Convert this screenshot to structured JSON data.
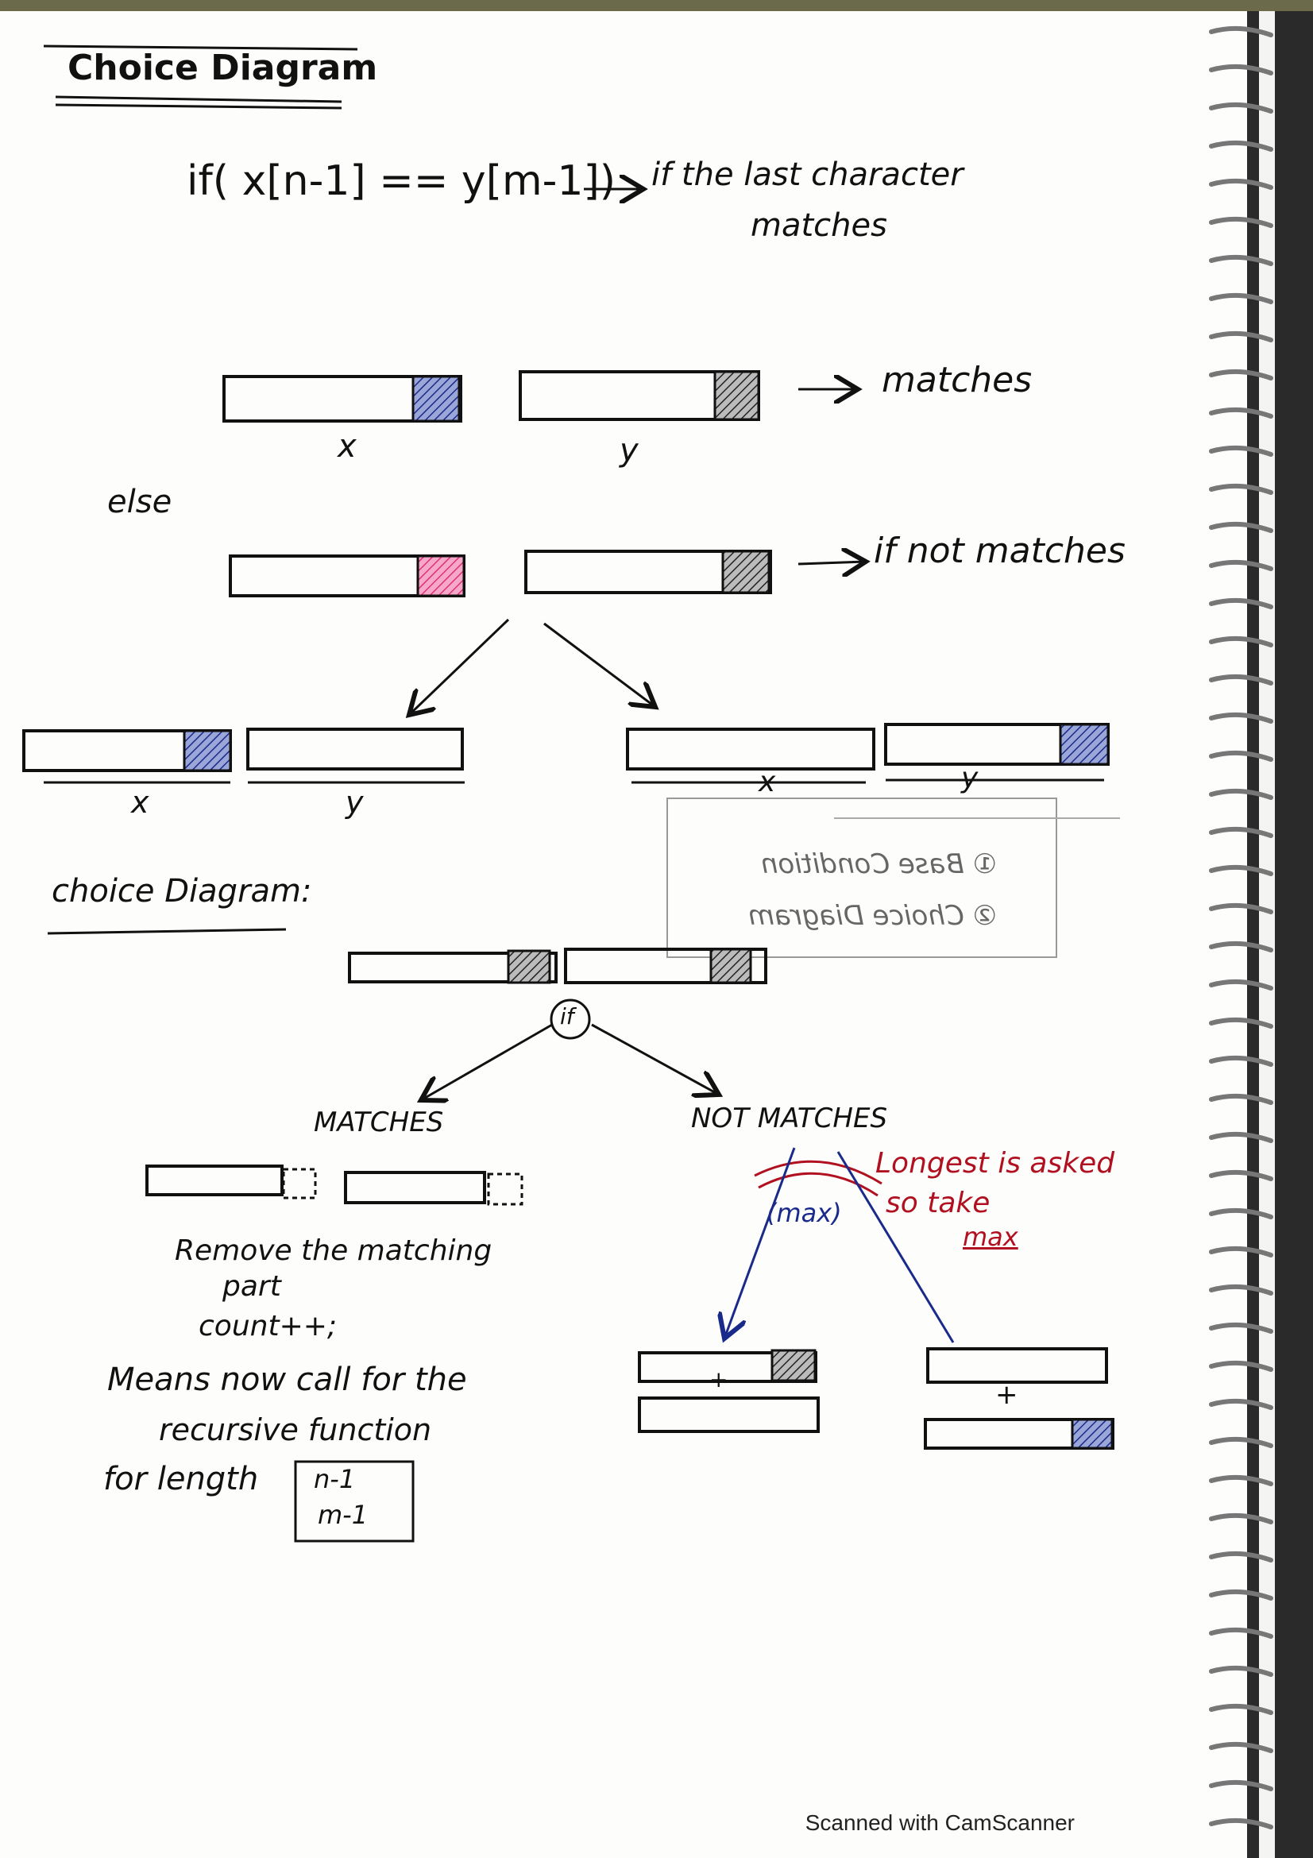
{
  "heading": "Choice Diagram",
  "condition": {
    "code": "if( x[n-1] == y[m-1])",
    "note_line1": "if the last character",
    "note_line2": "matches"
  },
  "matches_row": {
    "label_x": "x",
    "label_y": "y",
    "note": "matches"
  },
  "else_label": "else",
  "not_matches_row": {
    "note": "if not matches"
  },
  "branch_left": {
    "label_x": "x",
    "label_y": "y"
  },
  "branch_right": {
    "label_x": "x",
    "label_y": "y"
  },
  "mirror_box": {
    "item1": "① Base Condition",
    "item2": "② Choice Diagram"
  },
  "choice_diagram_label": "choice Diagram:",
  "if_node": "if",
  "matches_branch": {
    "title": "MATCHES",
    "line1": "Remove the matching",
    "line2": "part",
    "line3": "count++;",
    "line4": "Means now call for the",
    "line5": "recursive function",
    "line6": "for length",
    "box_n": "n-1",
    "box_m": "m-1"
  },
  "not_matches_branch": {
    "title": "NOT MATCHES",
    "max_label": "(max)",
    "note_line1": "Longest is asked",
    "note_line2": "so take",
    "note_line3": "max",
    "plus1": "+",
    "plus2": "+"
  },
  "footer": "Scanned with CamScanner",
  "colors": {
    "ink": "#111111",
    "blue": "#1a2a8a",
    "red": "#b01020",
    "pink": "#e0307a"
  }
}
